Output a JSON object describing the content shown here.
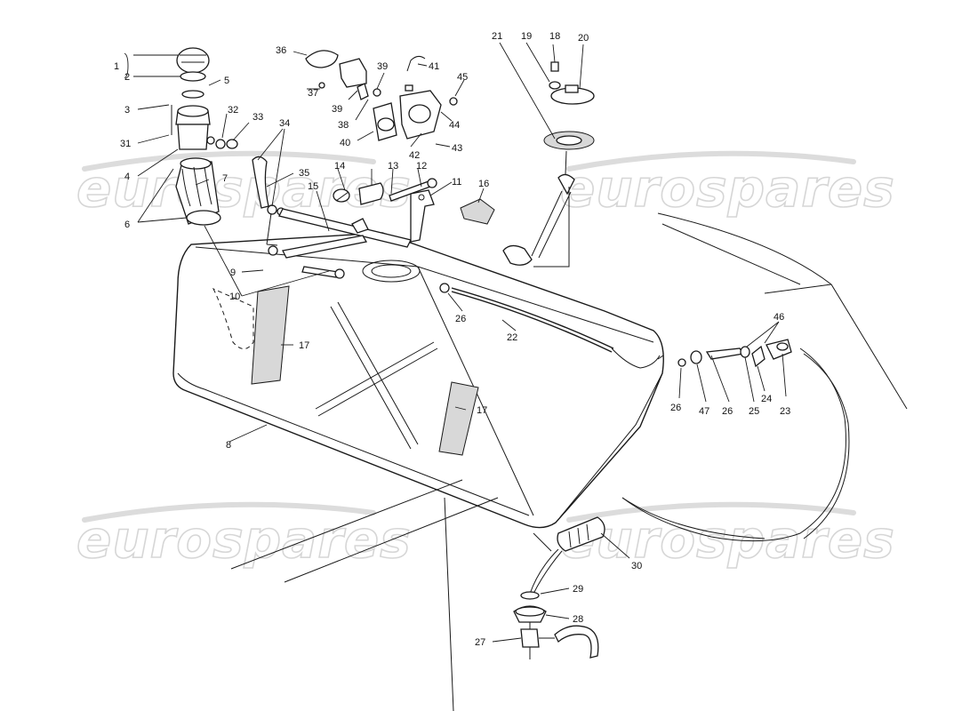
{
  "watermark": {
    "text": "eurospares"
  },
  "callouts": [
    {
      "id": "c1",
      "label": "1"
    },
    {
      "id": "c2",
      "label": "2"
    },
    {
      "id": "c3",
      "label": "3"
    },
    {
      "id": "c4",
      "label": "4"
    },
    {
      "id": "c5",
      "label": "5"
    },
    {
      "id": "c6",
      "label": "6"
    },
    {
      "id": "c7",
      "label": "7"
    },
    {
      "id": "c8",
      "label": "8"
    },
    {
      "id": "c9",
      "label": "9"
    },
    {
      "id": "c10",
      "label": "10"
    },
    {
      "id": "c11",
      "label": "11"
    },
    {
      "id": "c12",
      "label": "12"
    },
    {
      "id": "c13",
      "label": "13"
    },
    {
      "id": "c14",
      "label": "14"
    },
    {
      "id": "c15",
      "label": "15"
    },
    {
      "id": "c16",
      "label": "16"
    },
    {
      "id": "c17a",
      "label": "17"
    },
    {
      "id": "c17b",
      "label": "17"
    },
    {
      "id": "c18",
      "label": "18"
    },
    {
      "id": "c19",
      "label": "19"
    },
    {
      "id": "c20",
      "label": "20"
    },
    {
      "id": "c21",
      "label": "21"
    },
    {
      "id": "c22",
      "label": "22"
    },
    {
      "id": "c23",
      "label": "23"
    },
    {
      "id": "c24",
      "label": "24"
    },
    {
      "id": "c25",
      "label": "25"
    },
    {
      "id": "c26a",
      "label": "26"
    },
    {
      "id": "c26b",
      "label": "26"
    },
    {
      "id": "c26c",
      "label": "26"
    },
    {
      "id": "c27",
      "label": "27"
    },
    {
      "id": "c28",
      "label": "28"
    },
    {
      "id": "c29",
      "label": "29"
    },
    {
      "id": "c30",
      "label": "30"
    },
    {
      "id": "c31",
      "label": "31"
    },
    {
      "id": "c32",
      "label": "32"
    },
    {
      "id": "c33",
      "label": "33"
    },
    {
      "id": "c34",
      "label": "34"
    },
    {
      "id": "c35",
      "label": "35"
    },
    {
      "id": "c36",
      "label": "36"
    },
    {
      "id": "c37",
      "label": "37"
    },
    {
      "id": "c38",
      "label": "38"
    },
    {
      "id": "c39a",
      "label": "39"
    },
    {
      "id": "c39b",
      "label": "39"
    },
    {
      "id": "c40",
      "label": "40"
    },
    {
      "id": "c41",
      "label": "41"
    },
    {
      "id": "c42",
      "label": "42"
    },
    {
      "id": "c43",
      "label": "43"
    },
    {
      "id": "c44",
      "label": "44"
    },
    {
      "id": "c45",
      "label": "45"
    },
    {
      "id": "c46",
      "label": "46"
    },
    {
      "id": "c47",
      "label": "47"
    }
  ]
}
